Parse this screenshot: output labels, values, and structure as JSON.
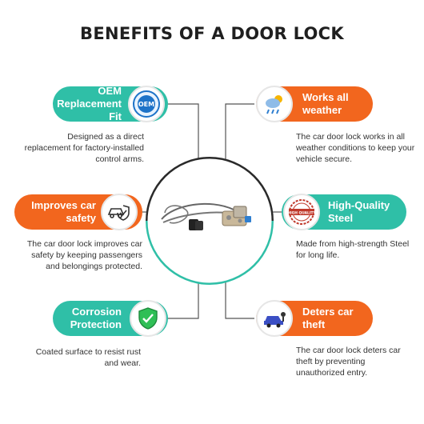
{
  "title": "BENEFITS OF A DOOR LOCK",
  "benefits": [
    {
      "label": "OEM Replacement Fit",
      "icon": "oem-badge-icon",
      "icon_text": "OEM",
      "description": "Designed as a direct replacement for factory-installed control arms.",
      "color": "#2fbfa7"
    },
    {
      "label": "Works all weather",
      "icon": "weather-icon",
      "description": "The car door lock works in all weather conditions to keep your vehicle secure.",
      "color": "#f2661e"
    },
    {
      "label": "Improves car safety",
      "icon": "car-shield-icon",
      "description": "The car door lock improves car safety by keeping passengers and belongings protected.",
      "color": "#f2661e"
    },
    {
      "label": "High-Quality Steel",
      "icon": "high-quality-stamp-icon",
      "icon_text": "HIGH QUALITY",
      "description": "Made from high-strength Steel for long life.",
      "color": "#2fbfa7"
    },
    {
      "label": "Corrosion Protection",
      "icon": "shield-check-icon",
      "description": "Coated surface to resist rust and wear.",
      "color": "#2fbfa7"
    },
    {
      "label": "Deters car theft",
      "icon": "thief-car-icon",
      "description": "The car door lock deters car theft by preventing unauthorized entry.",
      "color": "#f2661e"
    }
  ],
  "center_image": "door-lock-actuator-image"
}
